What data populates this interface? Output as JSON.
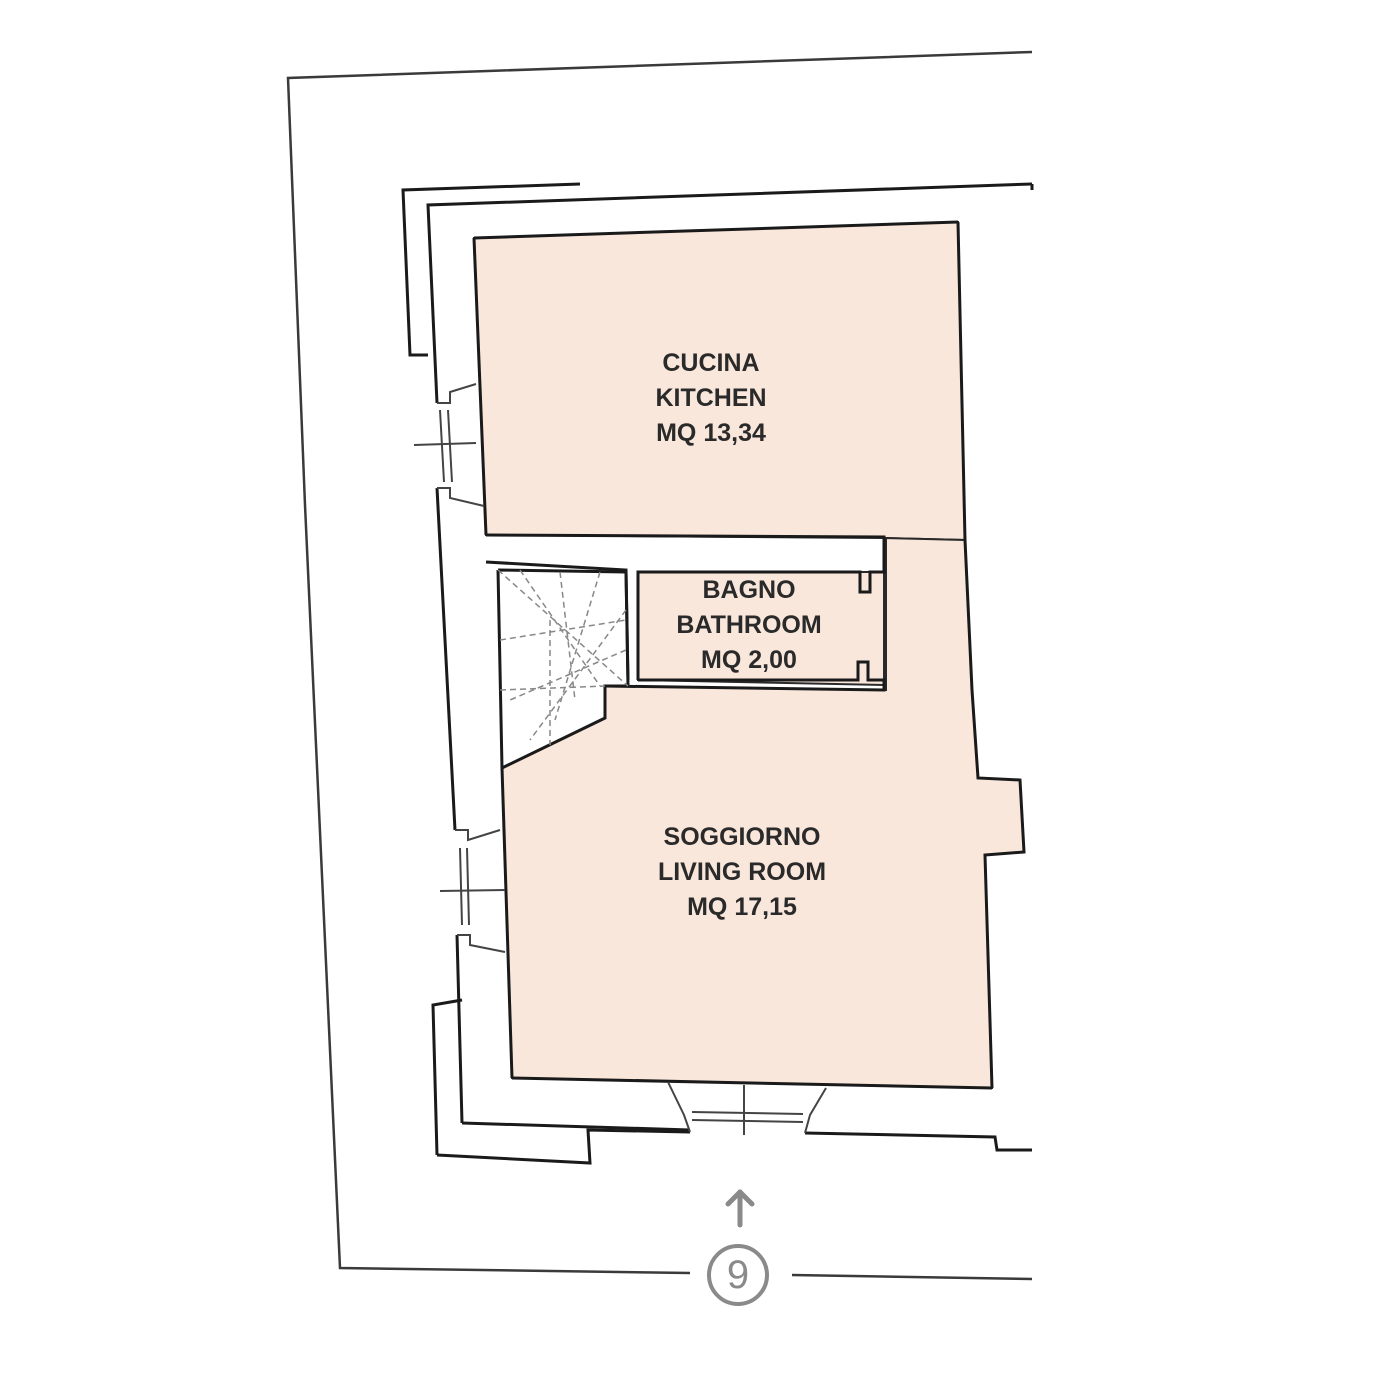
{
  "colors": {
    "room_fill": "#f9e7dc",
    "wall_stroke": "#1a1a1a",
    "outline_stroke": "#3a3a3a",
    "marker_gray": "#8a8a8a"
  },
  "rooms": [
    {
      "name_it": "CUCINA",
      "name_en": "KITCHEN",
      "area": "MQ 13,34"
    },
    {
      "name_it": "BAGNO",
      "name_en": "BATHROOM",
      "area": "MQ 2,00"
    },
    {
      "name_it": "SOGGIORNO",
      "name_en": "LIVING ROOM",
      "area": "MQ 17,15"
    }
  ],
  "entrance": {
    "number": "9",
    "arrow_icon": "arrow-up-icon"
  }
}
